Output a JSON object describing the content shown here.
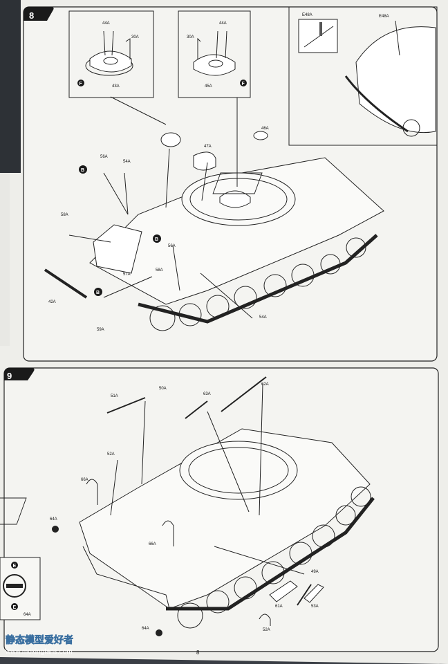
{
  "page_number": "8",
  "steps": [
    {
      "number": "8",
      "insets": [
        {
          "parts": [
            "44A",
            "30A",
            "43A"
          ],
          "marker": "F"
        },
        {
          "parts": [
            "30A",
            "44A",
            "45A"
          ],
          "marker": "F"
        },
        {
          "variant": "E48A",
          "variant_label": "E48A"
        }
      ],
      "parts": [
        "46A",
        "47A",
        "56A",
        "54A",
        "58A",
        "56A",
        "58A",
        "57A",
        "42A",
        "59A",
        "54A"
      ],
      "markers": [
        "B",
        "B",
        "B"
      ]
    },
    {
      "number": "9",
      "parts": [
        "51A",
        "50A",
        "63A",
        "62A",
        "52A",
        "66A",
        "64A",
        "66A",
        "49A",
        "61A",
        "53A",
        "52A",
        "64A"
      ],
      "side_inset": {
        "markers": [
          "E",
          "E"
        ],
        "part": "64A"
      }
    }
  ],
  "watermark": {
    "name": "静态模型爱好者",
    "url": "www.moxingfans.com"
  },
  "colors": {
    "paper": "#f2f2ef",
    "ink": "#1a1a1a",
    "step_badge": "#1a1a1a",
    "background": "#3a3e45"
  }
}
